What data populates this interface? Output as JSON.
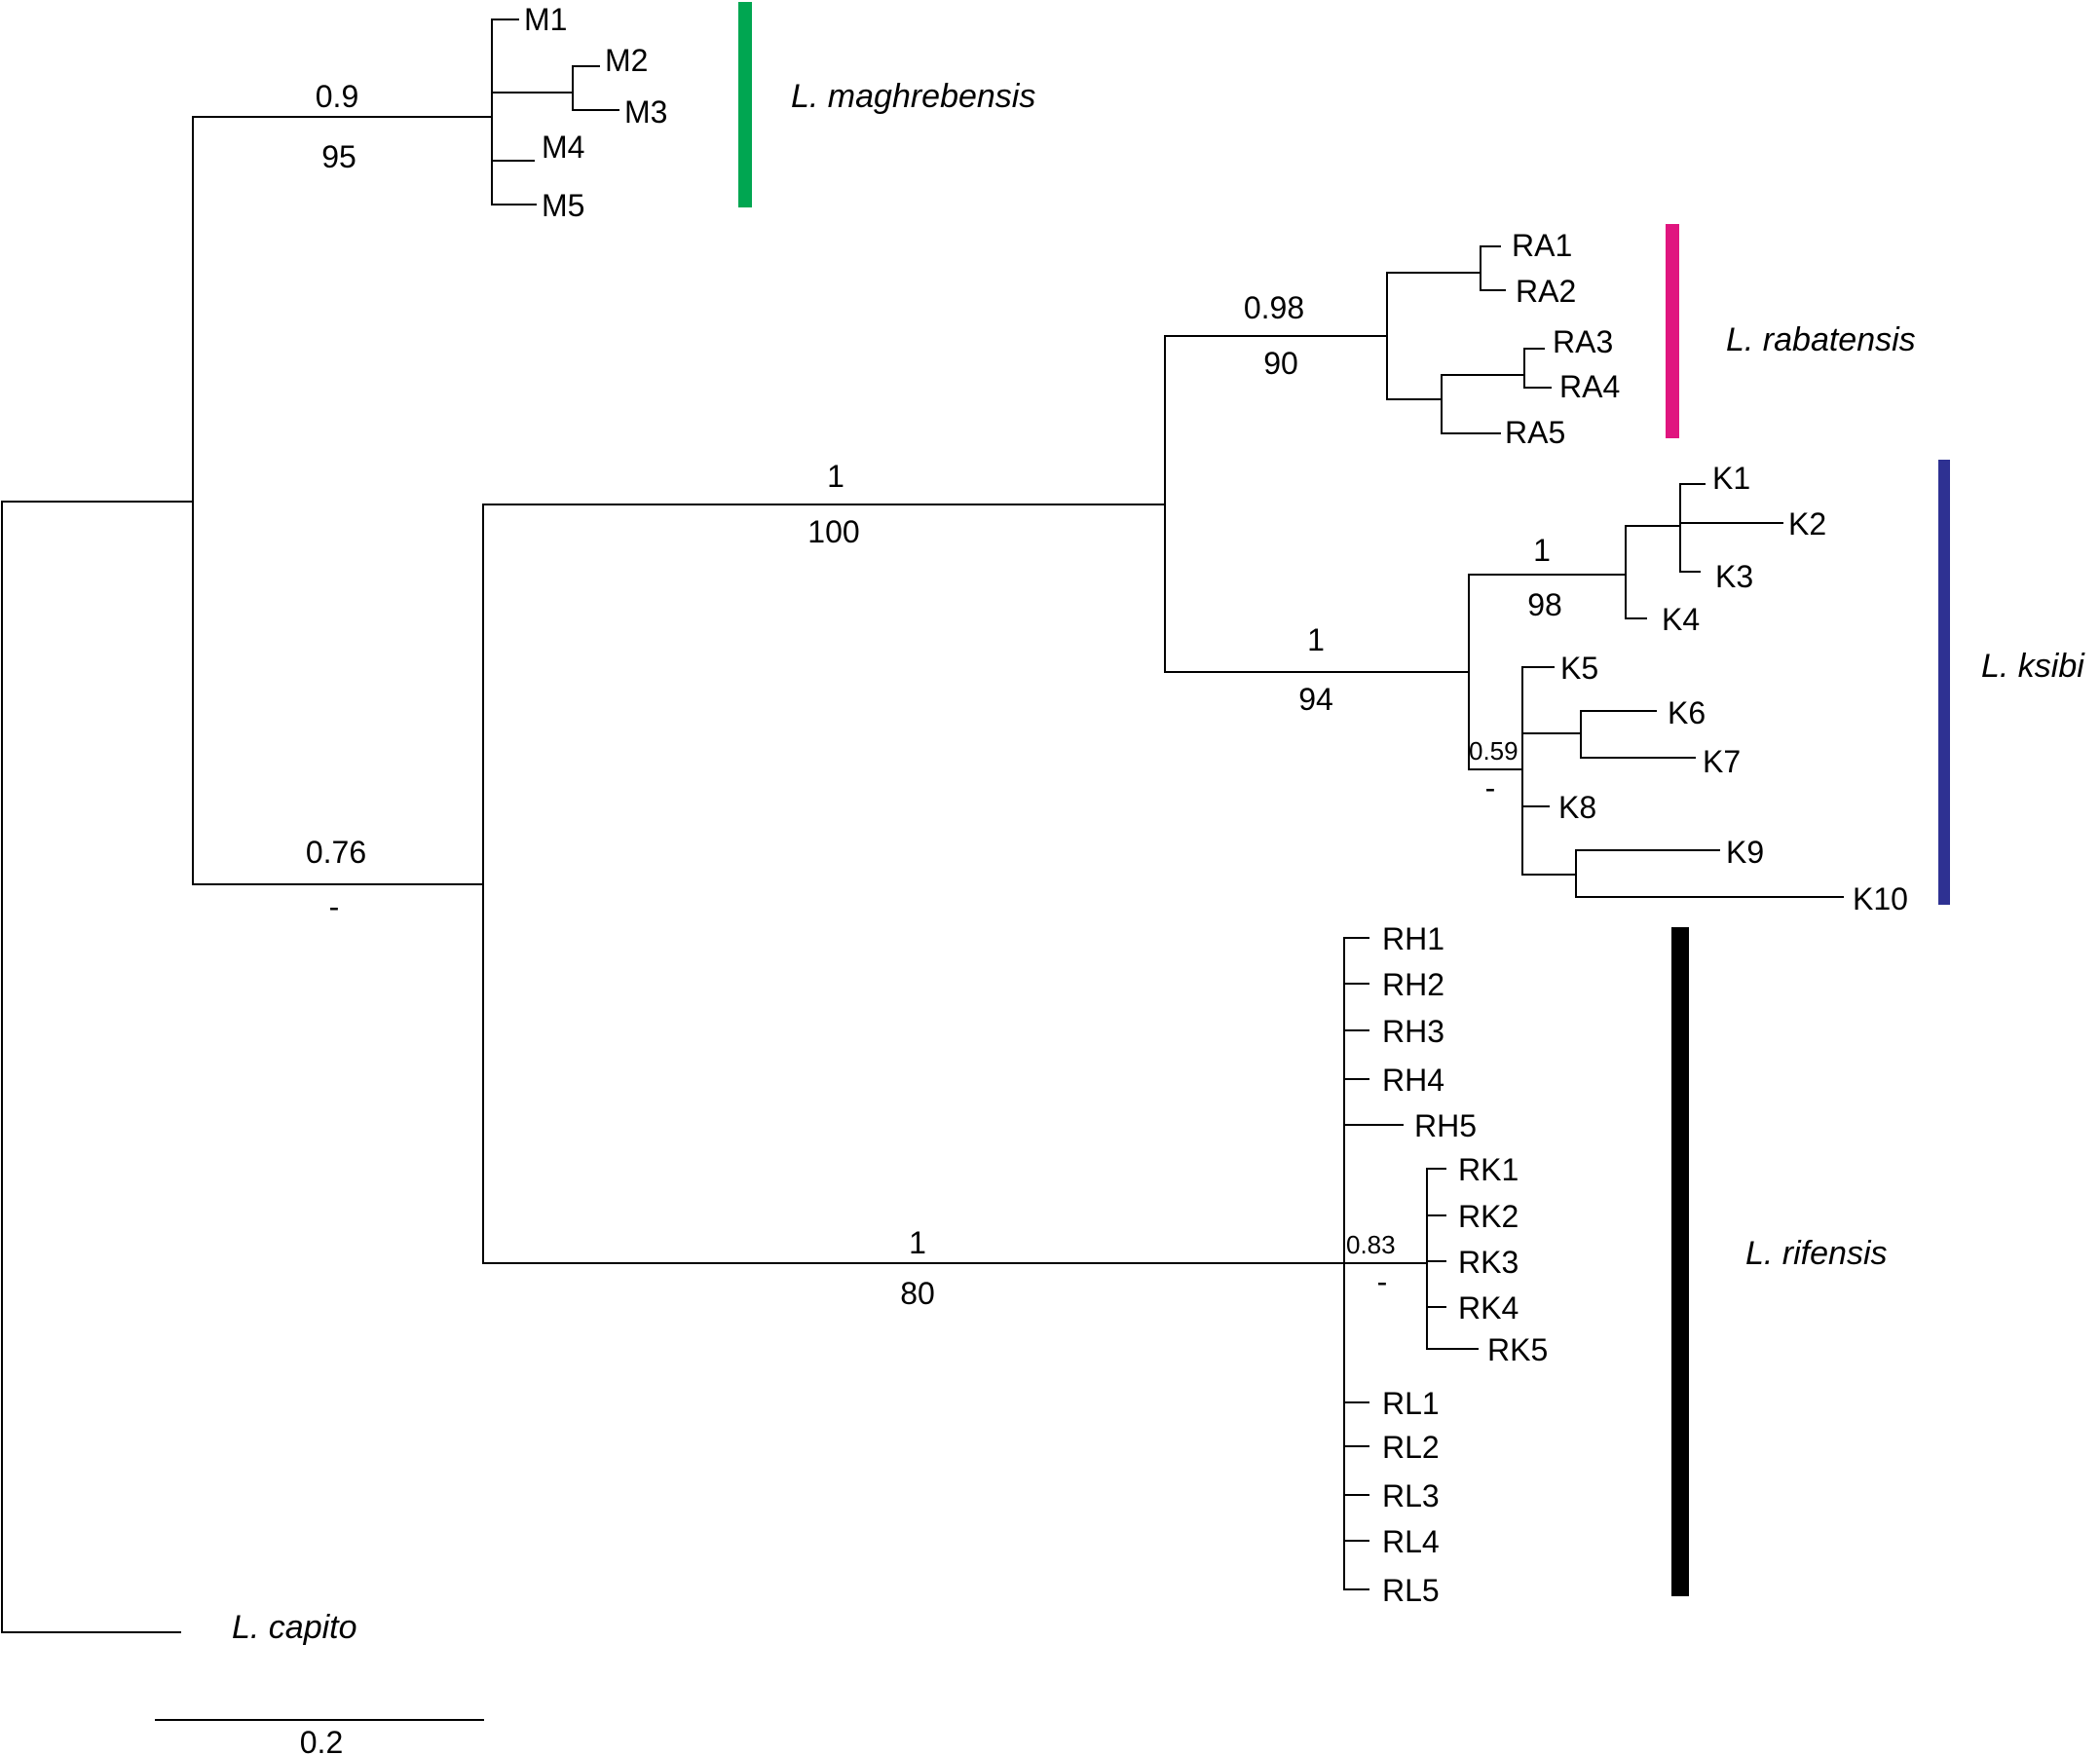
{
  "tips": {
    "M1": "M1",
    "M2": "M2",
    "M3": "M3",
    "M4": "M4",
    "M5": "M5",
    "RA1": "RA1",
    "RA2": "RA2",
    "RA3": "RA3",
    "RA4": "RA4",
    "RA5": "RA5",
    "K1": "K1",
    "K2": "K2",
    "K3": "K3",
    "K4": "K4",
    "K5": "K5",
    "K6": "K6",
    "K7": "K7",
    "K8": "K8",
    "K9": "K9",
    "K10": "K10",
    "RH1": "RH1",
    "RH2": "RH2",
    "RH3": "RH3",
    "RH4": "RH4",
    "RH5": "RH5",
    "RK1": "RK1",
    "RK2": "RK2",
    "RK3": "RK3",
    "RK4": "RK4",
    "RK5": "RK5",
    "RL1": "RL1",
    "RL2": "RL2",
    "RL3": "RL3",
    "RL4": "RL4",
    "RL5": "RL5",
    "capito": "L. capito"
  },
  "support": {
    "maghrebensis": {
      "pp": "0.9",
      "bs": "95"
    },
    "rabatensis": {
      "pp": "0.98",
      "bs": "90"
    },
    "rab_ksibi": {
      "pp": "1",
      "bs": "100"
    },
    "ksibi": {
      "pp": "1",
      "bs": "94"
    },
    "k1_4": {
      "pp": "1",
      "bs": "98"
    },
    "k5_10": {
      "pp": "0.59",
      "bs": "-"
    },
    "ingroup": {
      "pp": "0.76",
      "bs": "-"
    },
    "rifensis": {
      "pp": "1",
      "bs": "80"
    },
    "rk": {
      "pp": "0.83",
      "bs": "-"
    }
  },
  "species": [
    {
      "key": "maghrebensis",
      "label": "L. maghrebensis",
      "color": "#00a651"
    },
    {
      "key": "rabatensis",
      "label": "L. rabatensis",
      "color": "#e0157f"
    },
    {
      "key": "ksibi",
      "label": "L. ksibi",
      "color": "#2e3192"
    },
    {
      "key": "rifensis",
      "label": "L. rifensis",
      "color": "#000000"
    }
  ],
  "scale": {
    "label": "0.2"
  }
}
